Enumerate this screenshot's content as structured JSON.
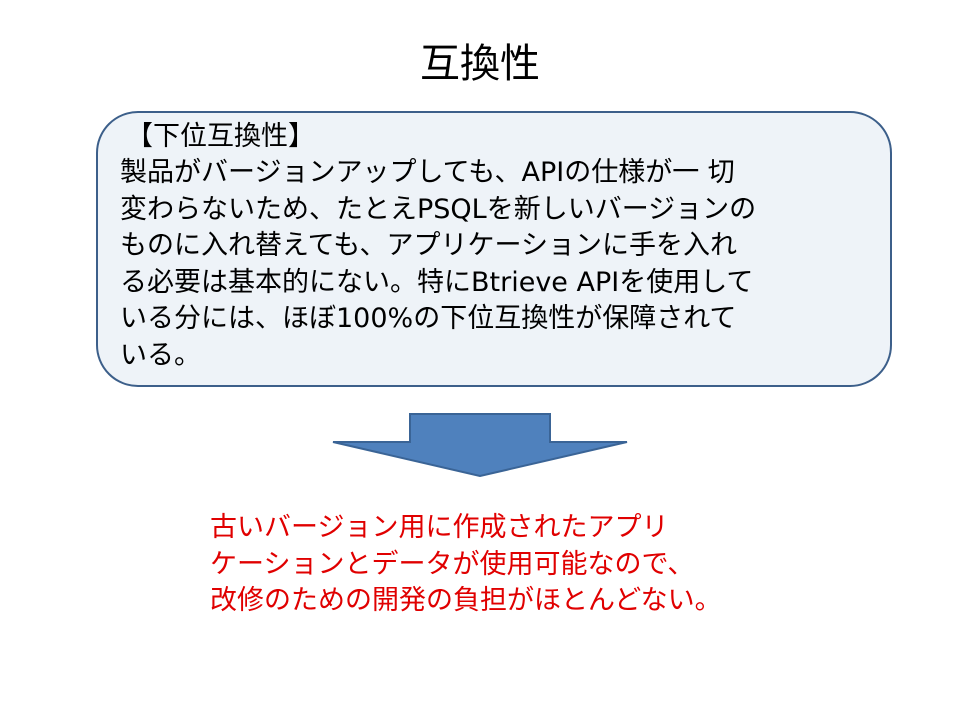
{
  "slide": {
    "title": "互換性",
    "callout": {
      "heading": "【下位互換性】",
      "lines": [
        "製品がバージョンアップしても、APIの仕様が一 切",
        "変わらないため、たとえPSQLを新しいバージョンの",
        "ものに入れ替えても、アプリケーションに手を入れ",
        "る必要は基本的にない。特にBtrieve APIを使用して",
        "いる分には、ほぼ100%の下位互換性が保障されて",
        "いる。"
      ]
    },
    "arrow_icon": "down-arrow-icon",
    "result_lines": [
      "古いバージョン用に作成されたアプリ",
      "ケーションとデータが使用可能なので、",
      "改修のための開発の負担がほとんどない。"
    ]
  },
  "colors": {
    "callout_border": "#3c5f8a",
    "callout_fill": "#eef3f8",
    "arrow_fill": "#4f81bd",
    "arrow_border": "#3a6496",
    "result_text": "#e00000"
  }
}
